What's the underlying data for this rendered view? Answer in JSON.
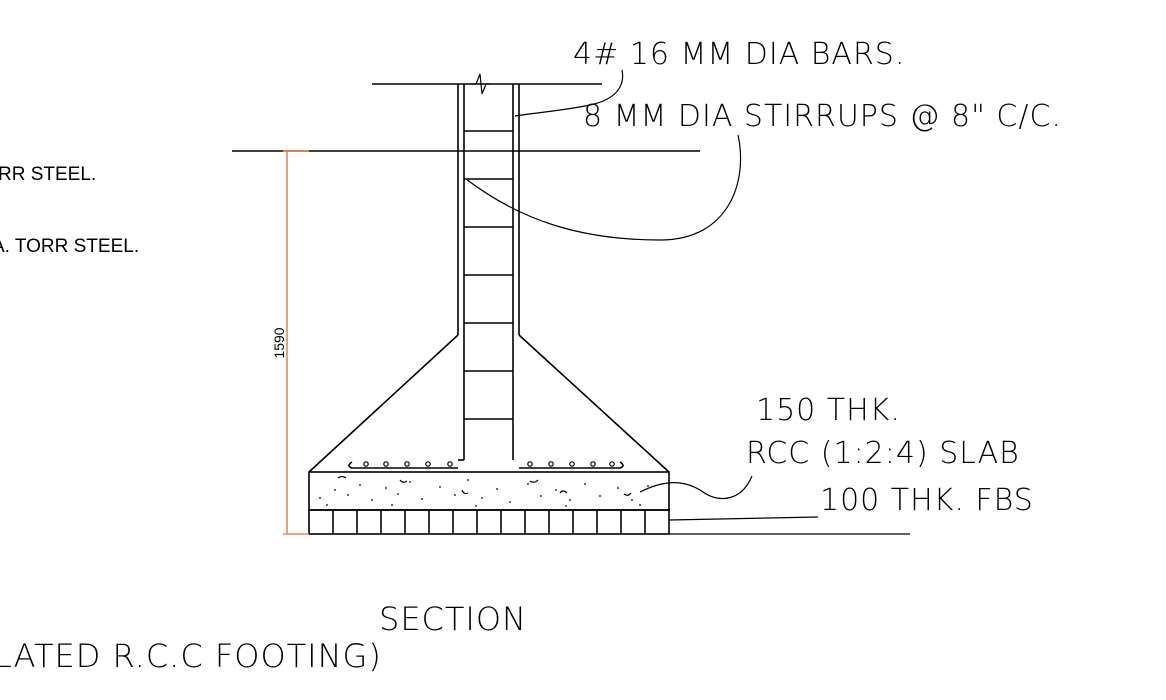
{
  "labels": {
    "main_bars": "4# 16 MM DIA BARS.",
    "stirrups": "8 MM DIA STIRRUPS @ 8\" C/C.",
    "slab_thk": "150 THK.",
    "slab_spec": "RCC (1:2:4) SLAB",
    "fbs": "100 THK. FBS",
    "section": "SECTION",
    "footing_title_partial": "LATED R.C.C FOOTING)"
  },
  "left_notes": {
    "note_1": "RR STEEL.",
    "note_2": "A. TORR STEEL."
  },
  "dimension": {
    "height": "1590"
  },
  "colors": {
    "line": "#000000",
    "dimension": "#e8875a"
  }
}
